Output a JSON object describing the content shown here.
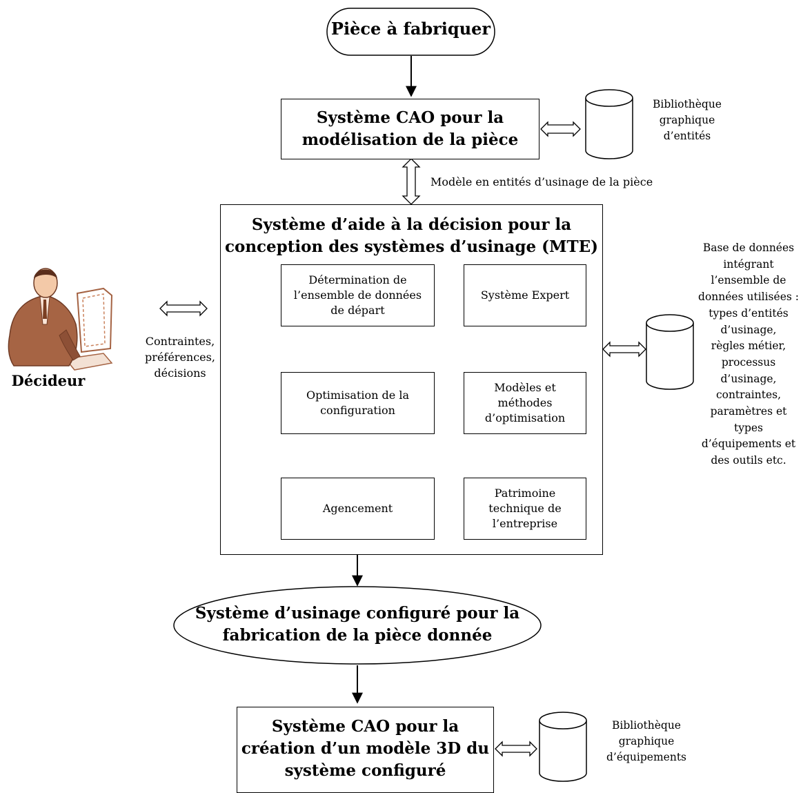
{
  "start": {
    "label": "Pièce à fabriquer"
  },
  "cao_top": {
    "lines": [
      "Système CAO pour la",
      "modélisation de la pièce"
    ]
  },
  "library_top": {
    "lines": [
      "Bibliothèque",
      "graphique",
      "d’entités"
    ]
  },
  "model_label": "Modèle en entités d’usinage de la pièce",
  "mte": {
    "title_lines": [
      "Système d’aide à la décision pour la",
      "conception des systèmes d’usinage (MTE)"
    ],
    "determination": [
      "Détermination de",
      "l’ensemble de données",
      "de départ"
    ],
    "expert": [
      "Système Expert"
    ],
    "optimisation": [
      "Optimisation de la",
      "configuration"
    ],
    "models": [
      "Modèles et",
      "méthodes",
      "d’optimisation"
    ],
    "agencement": [
      "Agencement"
    ],
    "patrimoine": [
      "Patrimoine",
      "technique de",
      "l’entreprise"
    ]
  },
  "decider": {
    "label": "Décideur",
    "constraints": [
      "Contraintes,",
      "préférences,",
      "décisions"
    ]
  },
  "database": {
    "lines": [
      "Base de données",
      "intégrant",
      "l’ensemble de",
      "données utilisées :",
      "types d’entités",
      "d’usinage,",
      "règles métier,",
      "processus",
      "d’usinage,",
      "contraintes,",
      "paramètres et",
      "types",
      "d’équipements et",
      "des outils etc."
    ]
  },
  "result": {
    "lines": [
      "Système d’usinage configuré pour la",
      "fabrication de la pièce donnée"
    ]
  },
  "cao_bottom": {
    "lines": [
      "Système CAO pour la",
      "création d’un modèle 3D du",
      "système configuré"
    ]
  },
  "library_bottom": {
    "lines": [
      "Bibliothèque",
      "graphique",
      "d’équipements"
    ]
  }
}
